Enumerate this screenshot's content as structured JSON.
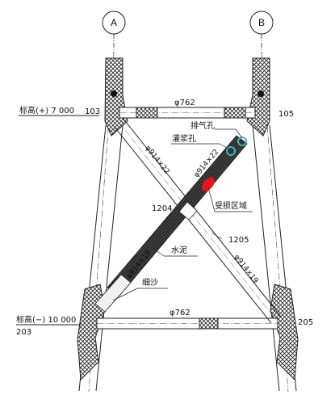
{
  "axes": {
    "left": "A",
    "right": "B"
  },
  "elevations": {
    "upper": "标高(+) 7 000",
    "lower": "标高(−) 10 000"
  },
  "joints": {
    "upper_left": "103",
    "upper_right": "105",
    "lower_left": "203",
    "lower_right": "205",
    "center": "1204",
    "brace_right": "1205"
  },
  "members": {
    "top_horizontal": "φ762",
    "bottom_horizontal": "φ762",
    "diag_up": "φ914×22",
    "diag_low": "φ914×19",
    "diag_right": "φ914×19"
  },
  "callouts": {
    "vent_hole": "排气孔",
    "grout_hole": "灌浆孔",
    "damaged_area": "受损区域",
    "cement": "水泥",
    "fine_sand": "细沙"
  },
  "colors": {
    "damage": "#e8141b",
    "hole": "#3bb3c8",
    "grout": "#2a2a2a"
  }
}
